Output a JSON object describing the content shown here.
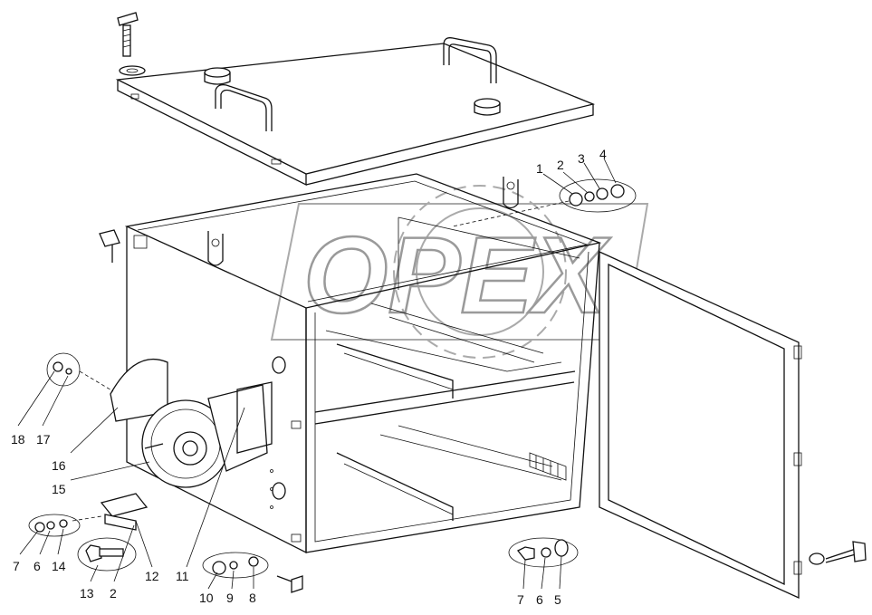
{
  "watermark": {
    "text": "OPEX"
  },
  "callouts": [
    {
      "id": "c1",
      "text": "1"
    },
    {
      "id": "c2a",
      "text": "2"
    },
    {
      "id": "c3",
      "text": "3"
    },
    {
      "id": "c4",
      "text": "4"
    },
    {
      "id": "c18",
      "text": "18"
    },
    {
      "id": "c17",
      "text": "17"
    },
    {
      "id": "c16",
      "text": "16"
    },
    {
      "id": "c15",
      "text": "15"
    },
    {
      "id": "c7a",
      "text": "7"
    },
    {
      "id": "c6a",
      "text": "6"
    },
    {
      "id": "c14",
      "text": "14"
    },
    {
      "id": "c13",
      "text": "13"
    },
    {
      "id": "c2b",
      "text": "2"
    },
    {
      "id": "c12",
      "text": "12"
    },
    {
      "id": "c11",
      "text": "11"
    },
    {
      "id": "c10",
      "text": "10"
    },
    {
      "id": "c9",
      "text": "9"
    },
    {
      "id": "c8",
      "text": "8"
    },
    {
      "id": "c7b",
      "text": "7"
    },
    {
      "id": "c6b",
      "text": "6"
    },
    {
      "id": "c5",
      "text": "5"
    }
  ]
}
